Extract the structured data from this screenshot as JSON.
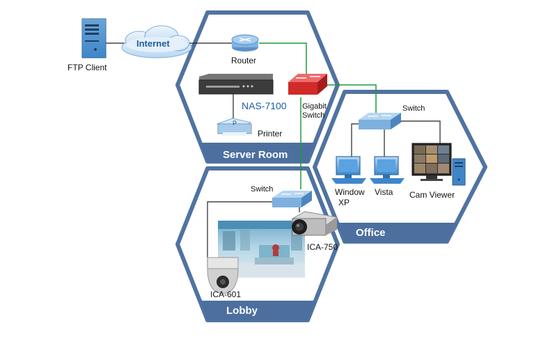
{
  "zones": {
    "server_room": "Server Room",
    "office": "Office",
    "lobby": "Lobby"
  },
  "devices": {
    "ftp_client": "FTP Client",
    "internet": "Internet",
    "router": "Router",
    "nas": "NAS-7100",
    "printer": "Printer",
    "gigabit_switch_line1": "Gigabit",
    "gigabit_switch_line2": "Switch",
    "office_switch": "Switch",
    "lobby_switch": "Switch",
    "window_xp_line1": "Window",
    "window_xp_line2": "XP",
    "vista": "Vista",
    "cam_viewer": "Cam Viewer",
    "ica750": "ICA-750",
    "ica601": "ICA-601"
  },
  "colors": {
    "hex_border": "#4f72a0",
    "hex_fill": "#ffffff",
    "band_fill": "#4c6fa0",
    "link_green": "#1c9a3a",
    "link_dark": "#222222",
    "gigabit_red": "#d93030",
    "switch_blue": "#7fb0de"
  }
}
